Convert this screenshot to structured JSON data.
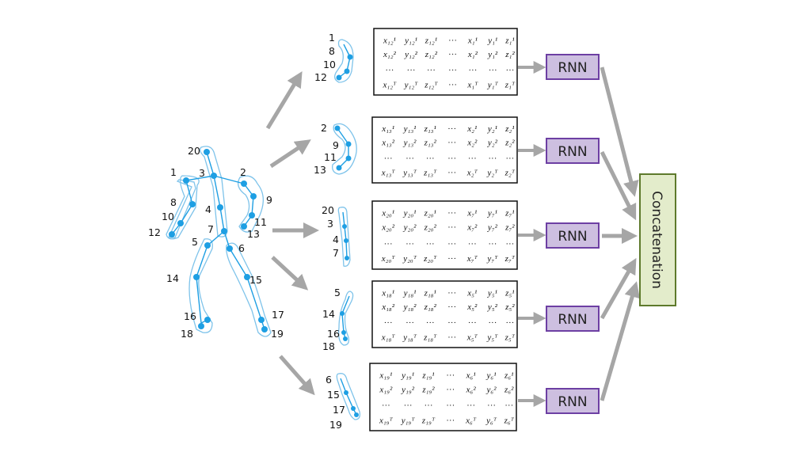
{
  "colors": {
    "joint": "#1e9fe3",
    "outline": "#7ec3ea",
    "arrow": "#a6a6a6",
    "rnn_fill": "#cdbfe0",
    "rnn_border": "#6d3fa3",
    "concat_fill": "#e3eccb",
    "concat_border": "#5e7a2c"
  },
  "skeleton": {
    "joint_labels": [
      "20",
      "1",
      "3",
      "2",
      "8",
      "9",
      "10",
      "11",
      "12",
      "4",
      "13",
      "7",
      "5",
      "6",
      "14",
      "15",
      "16",
      "17",
      "18",
      "19"
    ]
  },
  "parts": [
    {
      "joints": [
        "1",
        "8",
        "10",
        "12"
      ]
    },
    {
      "joints": [
        "2",
        "9",
        "11",
        "13"
      ]
    },
    {
      "joints": [
        "20",
        "3",
        "4",
        "7"
      ]
    },
    {
      "joints": [
        "5",
        "14",
        "16",
        "18"
      ]
    },
    {
      "joints": [
        "6",
        "15",
        "17",
        "19"
      ]
    }
  ],
  "matrices": [
    {
      "rows": [
        [
          "x₁₂¹",
          "y₁₂¹",
          "z₁₂¹",
          "···",
          "x₁¹",
          "y₁¹",
          "z₁¹"
        ],
        [
          "x₁₂²",
          "y₁₂²",
          "z₁₂²",
          "···",
          "x₁²",
          "y₁²",
          "z₁²"
        ],
        [
          "···",
          "···",
          "···",
          "···",
          "···",
          "···",
          "···"
        ],
        [
          "x₁₂ᵀ",
          "y₁₂ᵀ",
          "z₁₂ᵀ",
          "···",
          "x₁ᵀ",
          "y₁ᵀ",
          "z₁ᵀ"
        ]
      ]
    },
    {
      "rows": [
        [
          "x₁₃¹",
          "y₁₃¹",
          "z₁₃¹",
          "···",
          "x₂¹",
          "y₂¹",
          "z₂¹"
        ],
        [
          "x₁₃²",
          "y₁₃²",
          "z₁₃²",
          "···",
          "x₂²",
          "y₂²",
          "z₂²"
        ],
        [
          "···",
          "···",
          "···",
          "···",
          "···",
          "···",
          "···"
        ],
        [
          "x₁₃ᵀ",
          "y₁₃ᵀ",
          "z₁₃ᵀ",
          "···",
          "x₂ᵀ",
          "y₂ᵀ",
          "z₂ᵀ"
        ]
      ]
    },
    {
      "rows": [
        [
          "x₂₀¹",
          "y₂₀¹",
          "z₂₀¹",
          "···",
          "x₇¹",
          "y₇¹",
          "z₇¹"
        ],
        [
          "x₂₀²",
          "y₂₀²",
          "z₂₀²",
          "···",
          "x₇²",
          "y₇²",
          "z₇²"
        ],
        [
          "···",
          "···",
          "···",
          "···",
          "···",
          "···",
          "···"
        ],
        [
          "x₂₀ᵀ",
          "y₂₀ᵀ",
          "z₂₀ᵀ",
          "···",
          "x₇ᵀ",
          "y₇ᵀ",
          "z₇ᵀ"
        ]
      ]
    },
    {
      "rows": [
        [
          "x₁₈¹",
          "y₁₈¹",
          "z₁₈¹",
          "···",
          "x₅¹",
          "y₅¹",
          "z₅¹"
        ],
        [
          "x₁₈²",
          "y₁₈²",
          "z₁₈²",
          "···",
          "x₅²",
          "y₅²",
          "z₅²"
        ],
        [
          "···",
          "···",
          "···",
          "···",
          "···",
          "···",
          "···"
        ],
        [
          "x₁₈ᵀ",
          "y₁₈ᵀ",
          "z₁₈ᵀ",
          "···",
          "x₅ᵀ",
          "y₅ᵀ",
          "z₅ᵀ"
        ]
      ]
    },
    {
      "rows": [
        [
          "x₁₉¹",
          "y₁₉¹",
          "z₁₉¹",
          "···",
          "x₆¹",
          "y₆¹",
          "z₆¹"
        ],
        [
          "x₁₉²",
          "y₁₉²",
          "z₁₉²",
          "···",
          "x₆²",
          "y₆²",
          "z₆²"
        ],
        [
          "···",
          "···",
          "···",
          "···",
          "···",
          "···",
          "···"
        ],
        [
          "x₁₉ᵀ",
          "y₁₉ᵀ",
          "z₁₉ᵀ",
          "···",
          "x₆ᵀ",
          "y₆ᵀ",
          "z₆ᵀ"
        ]
      ]
    }
  ],
  "rnn_label": "RNN",
  "concat_label": "Concatenation"
}
